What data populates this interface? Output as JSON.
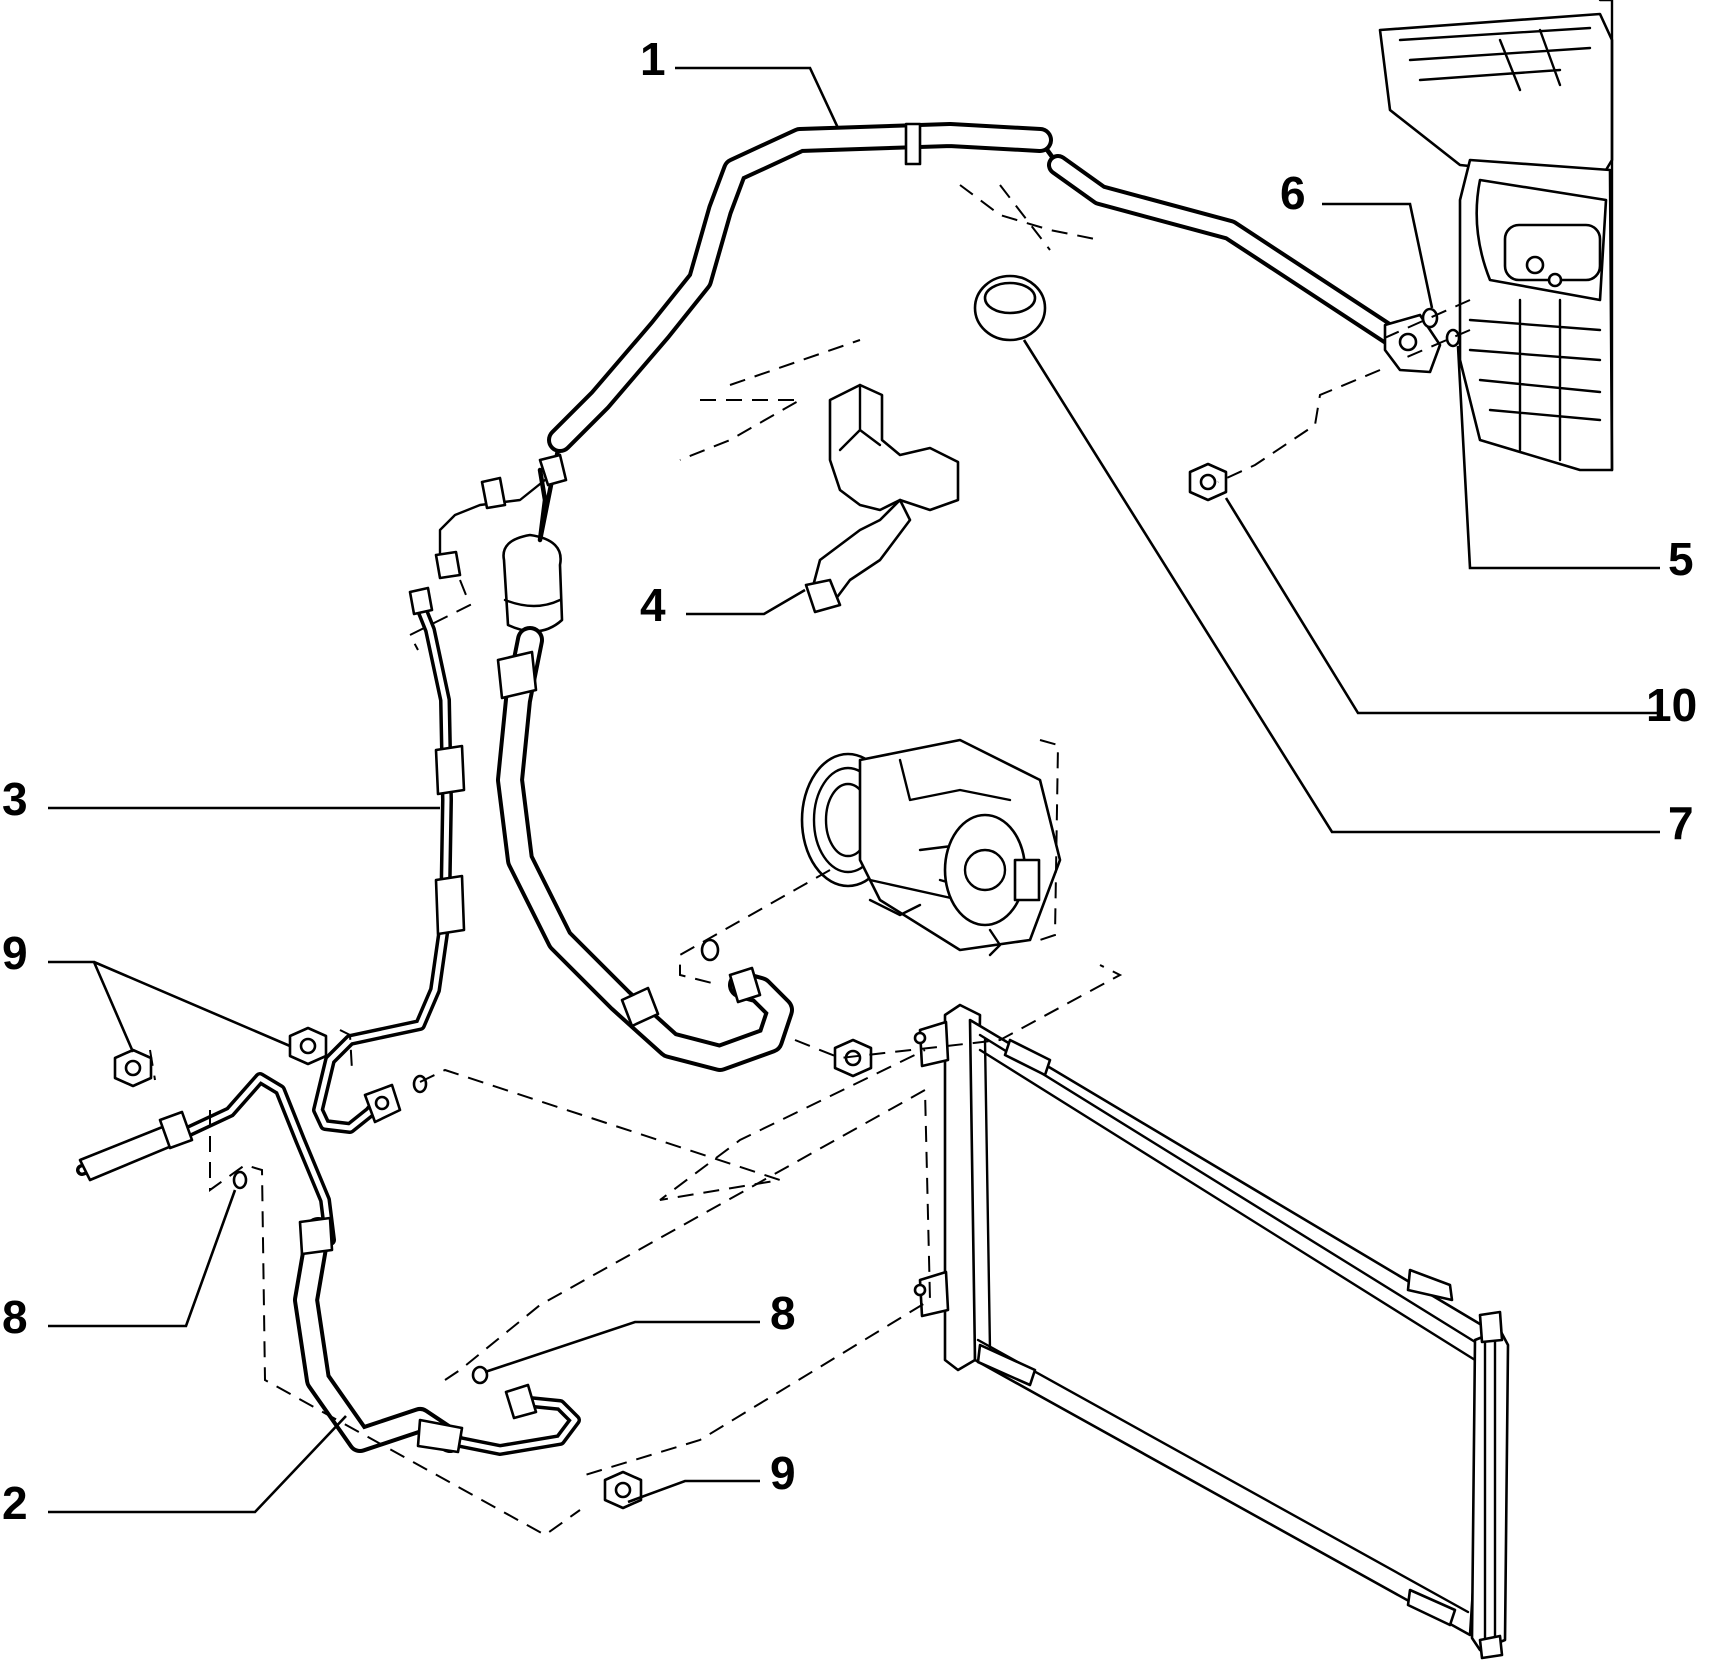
{
  "callouts": {
    "c1": "1",
    "c2": "2",
    "c3": "3",
    "c4": "4",
    "c5": "5",
    "c6": "6",
    "c7": "7",
    "c8_left": "8",
    "c8_mid": "8",
    "c9_left": "9",
    "c9_bottom": "9",
    "c10": "10"
  },
  "parts": [
    {
      "ref": "1",
      "name": "suction-line-hose"
    },
    {
      "ref": "2",
      "name": "discharge-line-hose"
    },
    {
      "ref": "3",
      "name": "liquid-line-pipe"
    },
    {
      "ref": "4",
      "name": "pipe-support-bracket"
    },
    {
      "ref": "5",
      "name": "o-ring-seal"
    },
    {
      "ref": "6",
      "name": "o-ring-seal"
    },
    {
      "ref": "7",
      "name": "insulating-sleeve"
    },
    {
      "ref": "8",
      "name": "o-ring-seal"
    },
    {
      "ref": "9",
      "name": "nut"
    },
    {
      "ref": "10",
      "name": "nut"
    }
  ]
}
